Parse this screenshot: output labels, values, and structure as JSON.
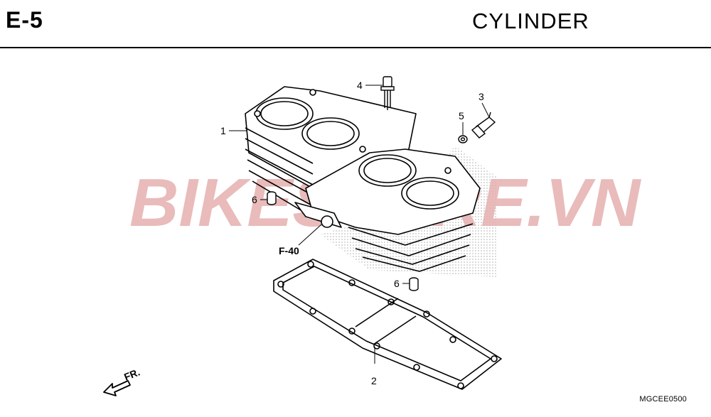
{
  "header": {
    "code": "E-5",
    "title": "CYLINDER"
  },
  "reference_code": "MGCEE0500",
  "watermark": {
    "text": "BIKESTORE.VN"
  },
  "callouts": [
    {
      "label": "1"
    },
    {
      "label": "2"
    },
    {
      "label": "3"
    },
    {
      "label": "4"
    },
    {
      "label": "5"
    },
    {
      "label": "6"
    },
    {
      "label": "6"
    }
  ],
  "see_reference": "F-40",
  "front_indicator": "FR.",
  "colors": {
    "watermark_red": "#e8b9b9",
    "watermark_gray": "#d9d9d9",
    "line": "#000000"
  }
}
